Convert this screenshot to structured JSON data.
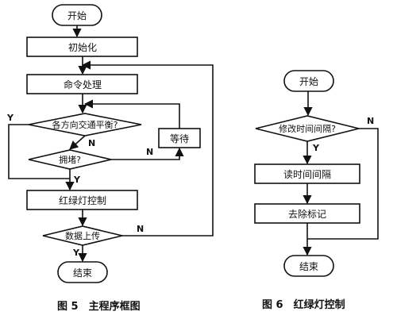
{
  "figure5": {
    "start": "开始",
    "init": "初始化",
    "command": "命令处理",
    "balance_question": "各方向交通平衡?",
    "congestion_question": "拥堵?",
    "wait": "等待",
    "light_control": "红绿灯控制",
    "upload": "数据上传",
    "end": "结束",
    "caption": "图 5　主程序框图"
  },
  "figure6": {
    "start": "开始",
    "modify_question": "修改时间间隔?",
    "read_interval": "读时间间隔",
    "clear_flag": "去除标记",
    "end": "结束",
    "caption": "图 6　红绿灯控制"
  },
  "labels": {
    "yes": "Y",
    "no": "N"
  }
}
